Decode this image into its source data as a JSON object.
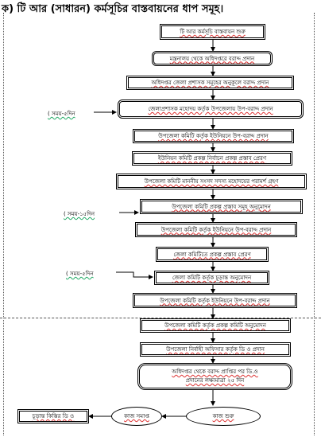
{
  "title": "ক) টি আর (সাধারন) কর্মসূচির বাস্তবায়নের ধাপ সমূহ।",
  "steps": [
    "টি আর কর্মসূচি বাস্তবায়ন শুরু",
    "মন্ত্রনালয় থেকে অধিদপ্তরে বরাদ্দ প্রদান",
    "অধিদপ্তর জেলা প্রশাসক সমূহের অনুকূলে বরাদ্দ প্রদান",
    "জেলাপ্রশাসক মহোদয় কর্তৃক উপজেলায় উপ-বরাদ্দ প্রদান",
    "উপজেলা কমিটি কর্তৃক ইউনিয়নে উপ-বরাদ্দ প্রদান",
    "ইউনিয়ন কমিটি প্রকল্প নির্বাচন প্রকল্প প্রস্তাব প্রেরণ",
    "উপজেলা কমিটি মাননীয় সংসদ সদস্য মহোদয়ের পরামর্শ গ্রহণ",
    "উপজেলা কমিটি প্রকল্প প্রস্তাব সমূহ অনুমোদন",
    "উপজেলা কমিটি কর্তৃক ইউনিয়নে উপ-বরাদ্দ প্রদান",
    "জেলা কমিটিতে প্রকল্প প্রস্তাব প্রেরণ",
    "জেলা কমিটি কর্তৃক চূড়ান্ত অনুমোদন",
    "উপজেলা কমিটি কর্তৃক ইউনিয়নে উপ-বরাদ্দ প্রদান",
    "উপজেলা কমিটি কর্তৃক প্রকল্প কমিটি অনুমোদন",
    "উপজেলা নির্বাহী অফিসার কর্তৃক ডি ও প্রদান"
  ],
  "final_box": {
    "line1": "অধিদপ্তর থেকে বরাদ্দ প্রাপ্তির পর ডি.ও",
    "line2": "প্রদানের লক্ষ্যমাত্রা ২৫ দিন"
  },
  "bottom_row": {
    "oval_right": "কাজ শুরু",
    "oval_left": "কাজ সমাপ্ত",
    "end_box": "চূড়ান্ত কিস্তির ডি ও"
  },
  "time_labels": {
    "t1": "( সময়-৫দিন",
    "t2": "( সময়-১৫দিন",
    "t3": "( সময়-৫দিন"
  }
}
